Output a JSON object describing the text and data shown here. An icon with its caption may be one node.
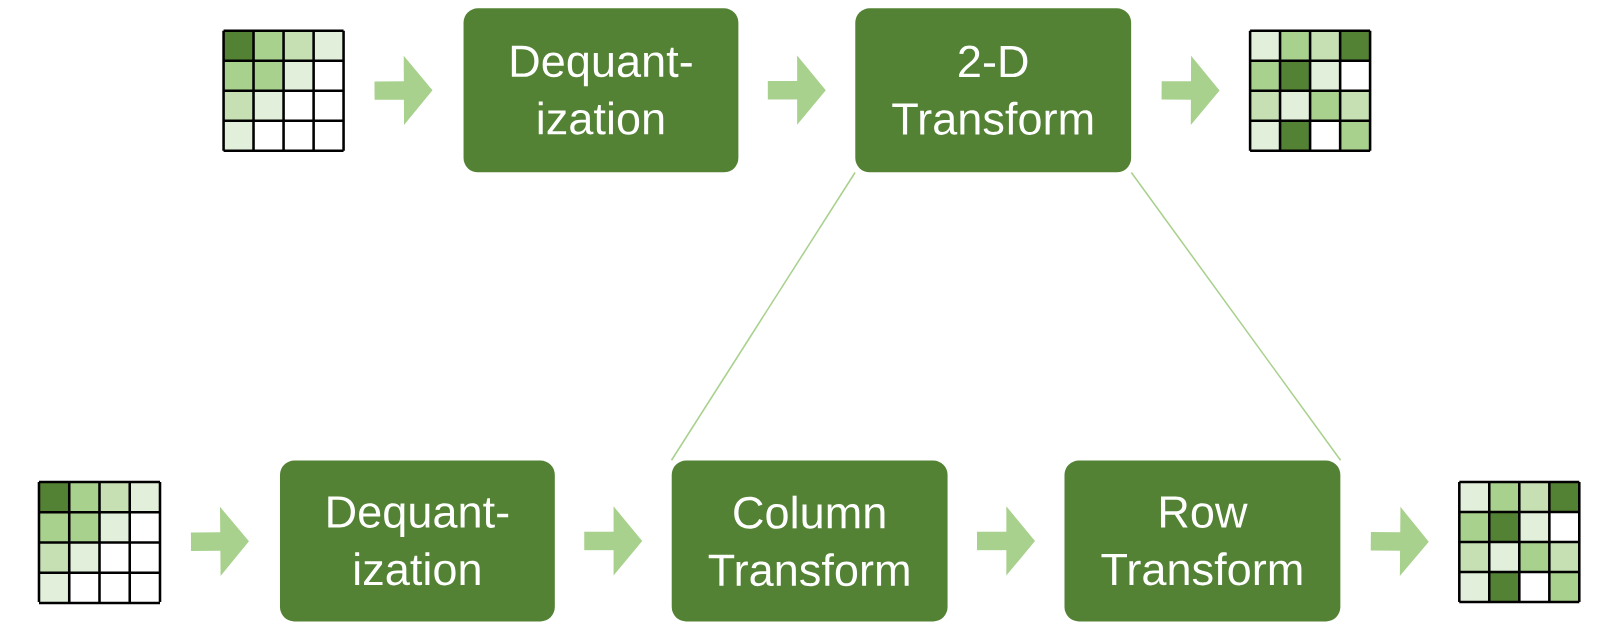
{
  "diagram": {
    "nodes": [
      {
        "text": [],
        "shape": "grid"
      },
      {
        "text": [
          "Dequant-ization"
        ]
      },
      {
        "text": [
          "2-D Transform"
        ]
      },
      {
        "text": [],
        "shape": "grid"
      },
      {
        "text": [],
        "shape": "grid"
      },
      {
        "text": [
          "Dequant-ization"
        ]
      },
      {
        "text": [
          "Column Transform"
        ]
      },
      {
        "text": [
          "Row Transform"
        ]
      },
      {
        "text": [],
        "shape": "grid"
      }
    ],
    "edges": [
      {
        "from": 0,
        "to": 1,
        "arrow": "to"
      },
      {
        "from": 1,
        "to": 2,
        "arrow": "to"
      },
      {
        "from": 2,
        "to": 3,
        "arrow": "to"
      },
      {
        "from": 4,
        "to": 5,
        "arrow": "to"
      },
      {
        "from": 5,
        "to": 6,
        "arrow": "to"
      },
      {
        "from": 6,
        "to": 7,
        "arrow": "to"
      },
      {
        "from": 7,
        "to": 8,
        "arrow": "to"
      },
      {
        "from": 2,
        "to": 6,
        "arrow": "none"
      },
      {
        "from": 2,
        "to": 7,
        "arrow": "none"
      }
    ]
  }
}
